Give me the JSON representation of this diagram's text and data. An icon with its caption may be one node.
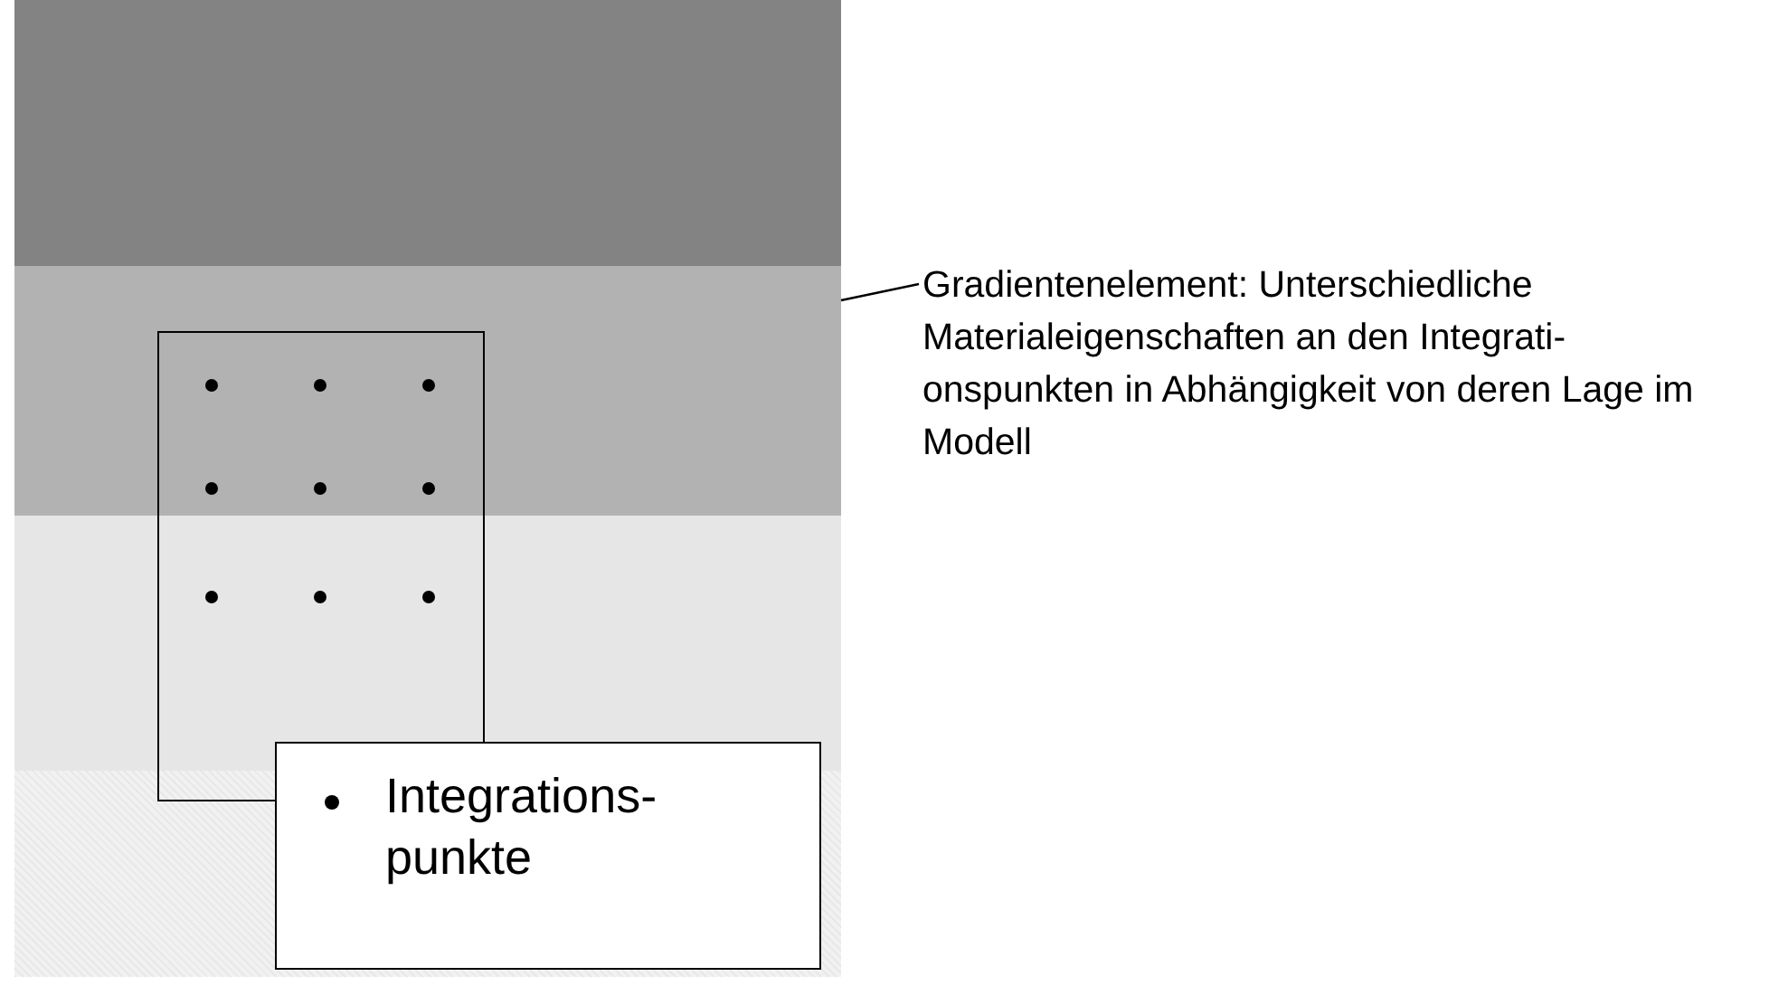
{
  "diagram": {
    "nodes": [
      {
        "text": [
          "Gradientenelement: Unterschiedliche Materialeigenschaften an den Integrati- onspunkten in Abhängigkeit von deren Lage im Modell"
        ]
      },
      {
        "text": [],
        "shape": "picture"
      },
      {
        "text": [],
        "shape": "box",
        "in": 1
      }
    ],
    "edges": [
      {
        "from": 0,
        "to": 1,
        "arrow": "none"
      }
    ],
    "legend": [
      {
        "text": "Integrations- punkte"
      }
    ]
  }
}
